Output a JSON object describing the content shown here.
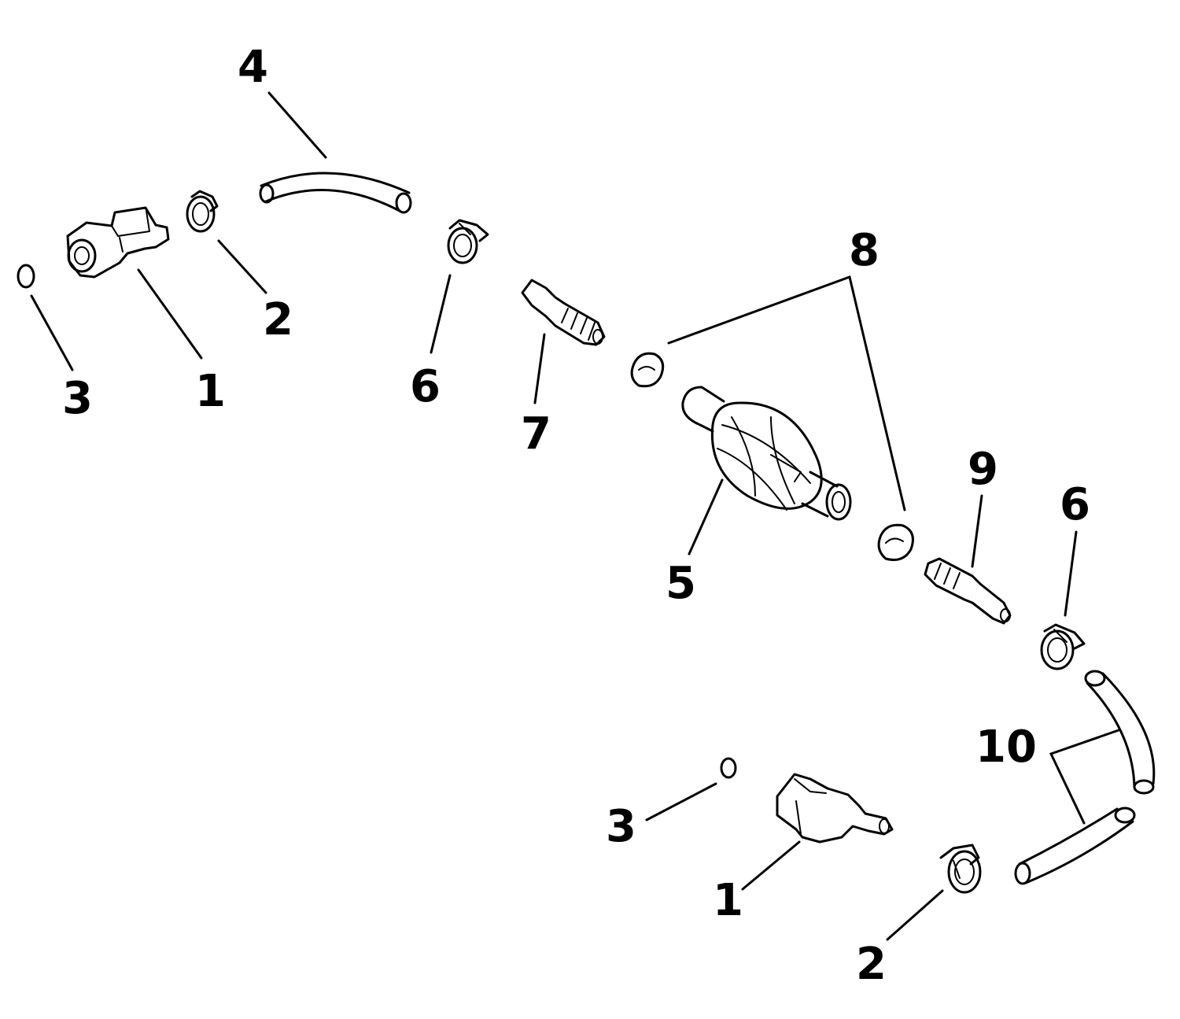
{
  "callouts": {
    "c1a": "1",
    "c1b": "1",
    "c2a": "2",
    "c2b": "2",
    "c3a": "3",
    "c3b": "3",
    "c4": "4",
    "c5": "5",
    "c6a": "6",
    "c6b": "6",
    "c7": "7",
    "c8": "8",
    "c9": "9",
    "c10": "10"
  }
}
